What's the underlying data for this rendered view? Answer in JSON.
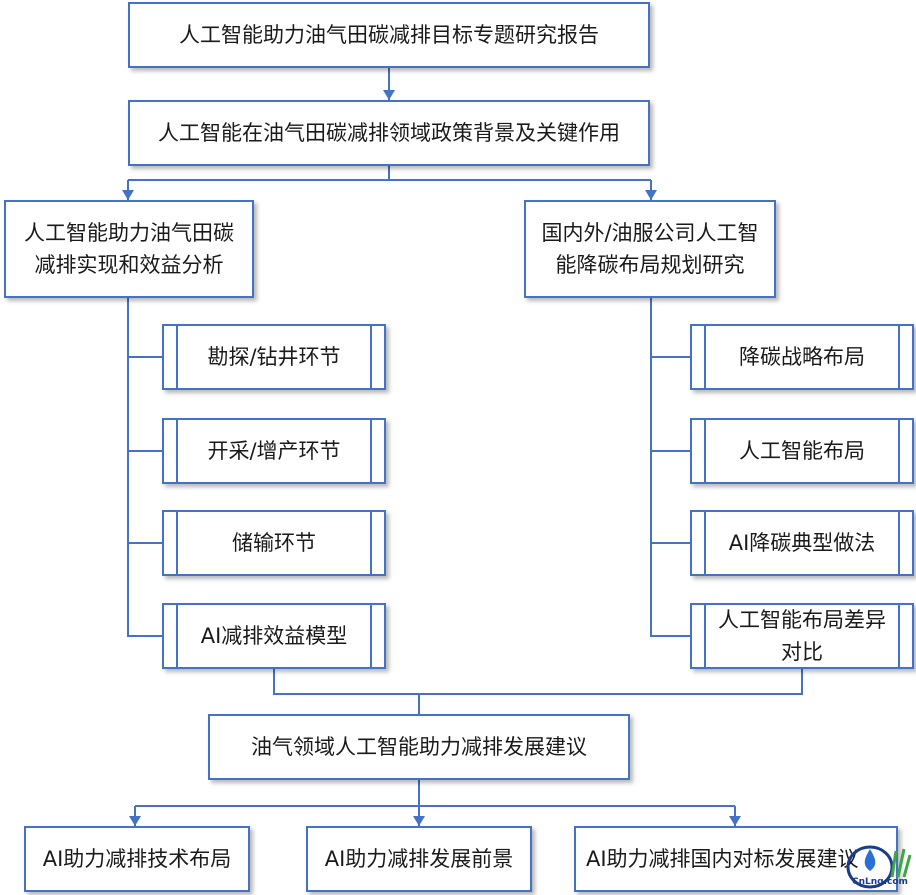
{
  "colors": {
    "border": "#4472c4",
    "line": "#4472c4",
    "text": "#1a1a1a"
  },
  "top": {
    "title": "人工智能助力油气田碳减排目标专题研究报告",
    "background": "人工智能在油气田碳减排领域政策背景及关键作用"
  },
  "left_branch": {
    "title": "人工智能助力油气田碳减排实现和效益分析",
    "items": [
      "勘探/钻井环节",
      "开采/增产环节",
      "储输环节",
      "AI减排效益模型"
    ]
  },
  "right_branch": {
    "title": "国内外/油服公司人工智能降碳布局规划研究",
    "items": [
      "降碳战略布局",
      "人工智能布局",
      "AI降碳典型做法",
      "人工智能布局差异对比"
    ]
  },
  "merge": {
    "title": "油气领域人工智能助力减排发展建议"
  },
  "outputs": [
    "AI助力减排技术布局",
    "AI助力减排发展前景",
    "AI助力减排国内对标发展建议"
  ],
  "watermark": {
    "text": "CnLng.com",
    "icon": "droplet-logo-icon"
  }
}
